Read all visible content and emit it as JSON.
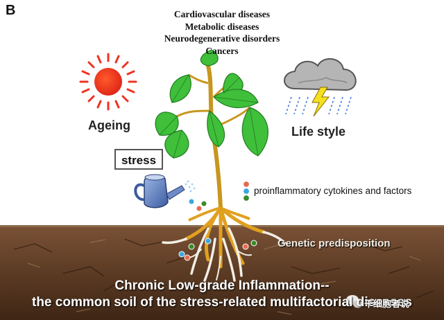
{
  "panel_label": "B",
  "diseases": [
    "Cardiovascular diseases",
    "Metabolic diseases",
    "Neurodegenerative disorders",
    "Cancers"
  ],
  "ageing_label": "Ageing",
  "lifestyle_label": "Life style",
  "stress_label": "stress",
  "cytokines_label": "proinflammatory cytokines and factors",
  "genetic_label": "Genetic predisposition",
  "footer": {
    "line1": "Chronic Low-grade Inflammation--",
    "line2": "the common soil of the stress-related multifactorial diseases"
  },
  "watermark": "干细胞者说",
  "colors": {
    "sun": "#ee3322",
    "leaf": "#3fbf3a",
    "stem": "#c8961e",
    "soil": "#5a3a22",
    "cytokine_red": "#e86a50",
    "cytokine_blue": "#3aa8e0",
    "cytokine_green": "#3a8a2a"
  },
  "icons": [
    "sun-icon",
    "storm-cloud-icon",
    "lightning-icon",
    "watering-can-icon",
    "plant-icon",
    "roots-icon",
    "wechat-icon"
  ]
}
